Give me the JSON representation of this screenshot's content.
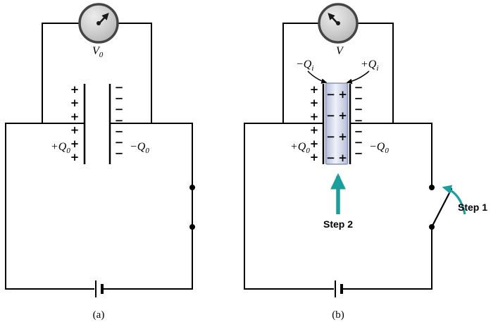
{
  "colors": {
    "teal": "#1b9e9e",
    "wire": "#000000",
    "meter_fill": "#c9c9c9",
    "meter_border": "#454545",
    "dielectric_fill": "#dde3f2",
    "dielectric_border": "#8a94b8"
  },
  "glyphs": {
    "plus": "+",
    "minus": "−"
  },
  "circuit_a": {
    "caption": "(a)",
    "meter_label": {
      "main": "V",
      "sub": "0"
    },
    "left_plate_label": {
      "main": "+Q",
      "sub": "0"
    },
    "right_plate_label": {
      "main": "−Q",
      "sub": "0"
    }
  },
  "circuit_b": {
    "caption": "(b)",
    "meter_label": {
      "main": "V",
      "sub": ""
    },
    "left_plate_label": {
      "main": "+Q",
      "sub": "0"
    },
    "right_plate_label": {
      "main": "−Q",
      "sub": "0"
    },
    "induced_left_label": {
      "main": "−Q",
      "sub": "i"
    },
    "induced_right_label": {
      "main": "+Q",
      "sub": "i"
    },
    "step1_label": "Step 1",
    "step2_label": "Step 2"
  },
  "charges": {
    "a_plate_plus": [
      "+",
      "+",
      "+",
      "+",
      "+",
      "+"
    ],
    "a_plate_minus": [
      "−",
      "−",
      "−",
      "−",
      "−",
      "−",
      "−"
    ],
    "b_plate_plus": [
      "+",
      "+",
      "+",
      "+",
      "+",
      "+"
    ],
    "b_plate_minus": [
      "−",
      "−",
      "−",
      "−",
      "−",
      "−",
      "−"
    ],
    "b_induced_minus": [
      "−",
      "−",
      "−",
      "−"
    ],
    "b_induced_plus": [
      "+",
      "+",
      "+",
      "+"
    ]
  }
}
